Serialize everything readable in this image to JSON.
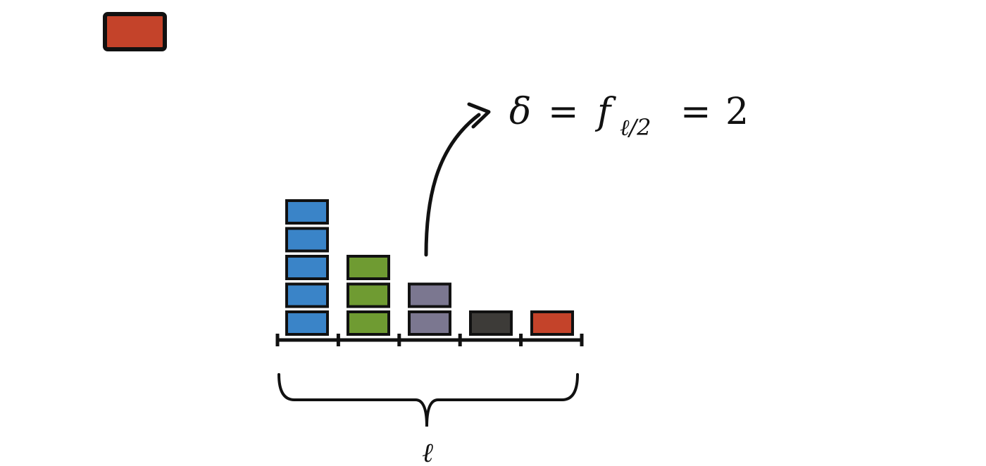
{
  "legend": {
    "sample_color": "#c4432a"
  },
  "histogram": {
    "columns": [
      {
        "count": 5,
        "color": "#3a84c8"
      },
      {
        "count": 3,
        "color": "#6f9b32"
      },
      {
        "count": 2,
        "color": "#7b7790"
      },
      {
        "count": 1,
        "color": "#3d3b38"
      },
      {
        "count": 1,
        "color": "#c4432a"
      }
    ]
  },
  "annotation": {
    "delta_symbol": "δ",
    "equals_1": "=",
    "f_symbol": "f",
    "subscript": "ℓ/2",
    "equals_2": "=",
    "value": "2"
  },
  "brace": {
    "label": "ℓ"
  }
}
